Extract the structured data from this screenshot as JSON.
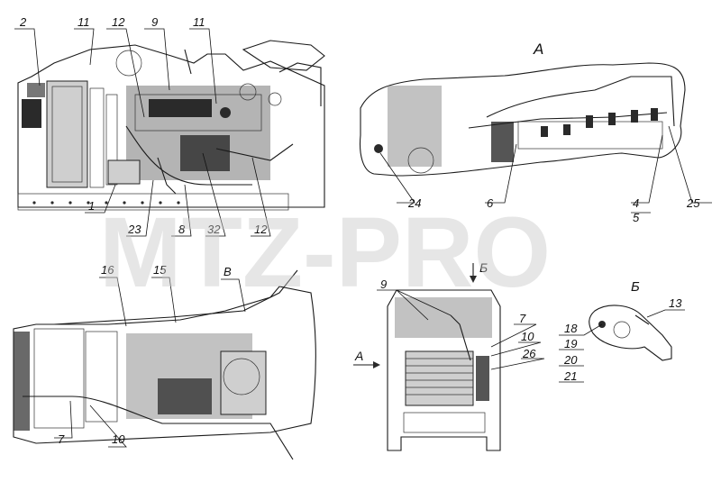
{
  "watermark": "MTZ-PRO",
  "views": {
    "top_left": {
      "labels": [
        "2",
        "11",
        "12",
        "9",
        "11",
        "1",
        "23",
        "8",
        "32",
        "12"
      ]
    },
    "top_right": {
      "title": "A",
      "labels": [
        "24",
        "6",
        "4",
        "5",
        "25"
      ]
    },
    "bottom_left": {
      "labels": [
        "16",
        "15",
        "B",
        "7",
        "10"
      ]
    },
    "bottom_middle": {
      "arrow_top": "Б",
      "arrow_left": "A",
      "labels": [
        "9",
        "7",
        "10",
        "26"
      ]
    },
    "bottom_right": {
      "title": "Б",
      "labels": [
        "13",
        "18",
        "19",
        "20",
        "21"
      ]
    }
  }
}
